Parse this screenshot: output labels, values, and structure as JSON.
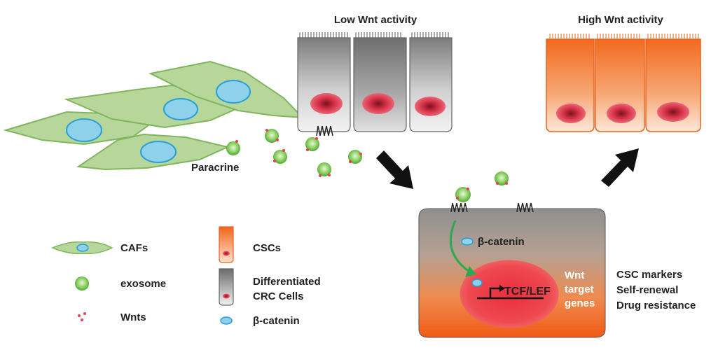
{
  "titles": {
    "low_wnt": "Low Wnt activity",
    "high_wnt": "High Wnt activity"
  },
  "labels": {
    "paracrine": "Paracrine",
    "beta_catenin_in_cell": "β-catenin",
    "tcf_lef": "TCF/LEF",
    "wnt_target_genes": [
      "Wnt",
      "target",
      "genes"
    ],
    "outcomes": [
      "CSC markers",
      "Self-renewal",
      "Drug resistance"
    ]
  },
  "legend": {
    "cafs": "CAFs",
    "exosome": "exosome",
    "wnts": "Wnts",
    "cscs": "CSCs",
    "differentiated": [
      "Differentiated",
      "CRC Cells"
    ],
    "beta_catenin": "β-catenin"
  },
  "colors": {
    "caf_fill": "#b6d69a",
    "caf_stroke": "#7fb65d",
    "nucleus_blue": "#8fd0ea",
    "nucleus_blue_stroke": "#2a9fd6",
    "exosome_green": "#6cc04a",
    "wnt_red": "#e8404f",
    "gray_cell": "#9a9a9a",
    "orange_cell": "#f07a2e",
    "red_nucleus": "#e23a4a",
    "arrow": "#111111",
    "text": "#222222"
  }
}
